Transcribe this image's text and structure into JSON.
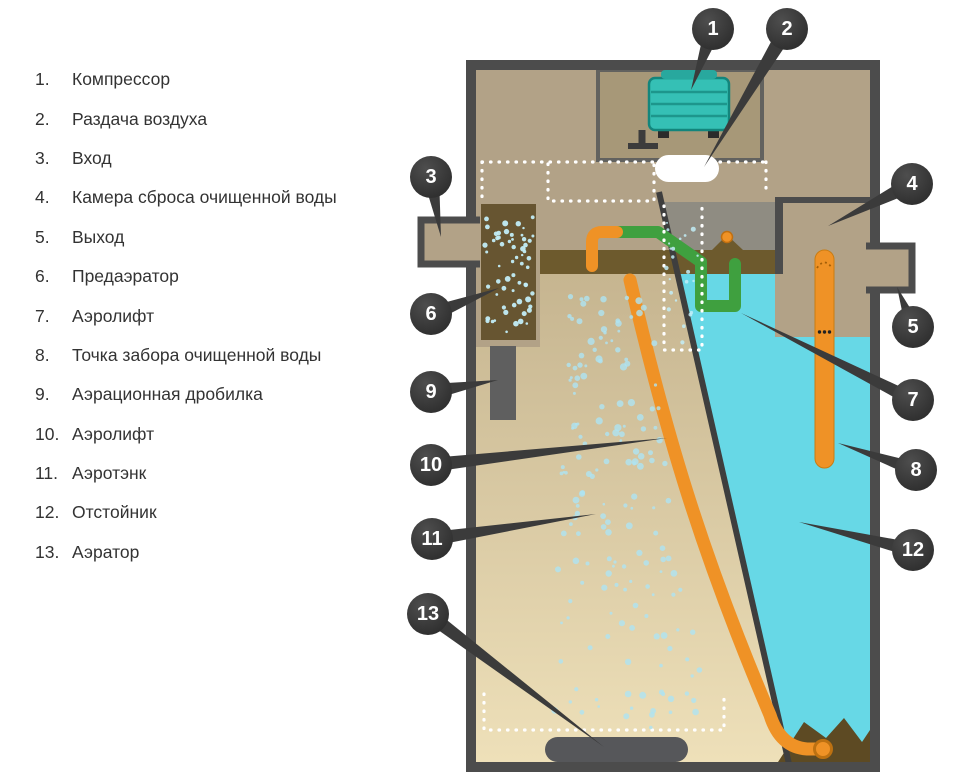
{
  "legend": {
    "items": [
      {
        "num": "1.",
        "label": "Компрессор"
      },
      {
        "num": "2.",
        "label": "Раздача воздуха"
      },
      {
        "num": "3.",
        "label": "Вход"
      },
      {
        "num": "4.",
        "label": "Камера сброса очищенной воды"
      },
      {
        "num": "5.",
        "label": "Выход"
      },
      {
        "num": "6.",
        "label": "Предаэратор"
      },
      {
        "num": "7.",
        "label": "Аэролифт"
      },
      {
        "num": "8.",
        "label": "Точка забора очищенной воды"
      },
      {
        "num": "9.",
        "label": "Аэрационная дробилка"
      },
      {
        "num": "10.",
        "label": "Аэролифт"
      },
      {
        "num": "11.",
        "label": "Аэротэнк"
      },
      {
        "num": "12.",
        "label": "Отстойник"
      },
      {
        "num": "13.",
        "label": "Аэратор"
      }
    ]
  },
  "callouts": [
    "1",
    "2",
    "3",
    "4",
    "5",
    "6",
    "7",
    "8",
    "9",
    "10",
    "11",
    "12",
    "13"
  ],
  "colors": {
    "frame": "#4c4c4c",
    "tank_tan": "#b2a287",
    "aeration_cream": "#e7d9b2",
    "water_cyan": "#67d8e6",
    "pipe_orange": "#ef9226",
    "pipe_green": "#3fa03f",
    "compressor_teal": "#35c0b5",
    "sludge_brown": "#6d5a2d",
    "badge_bg": "#3b3b3b"
  }
}
